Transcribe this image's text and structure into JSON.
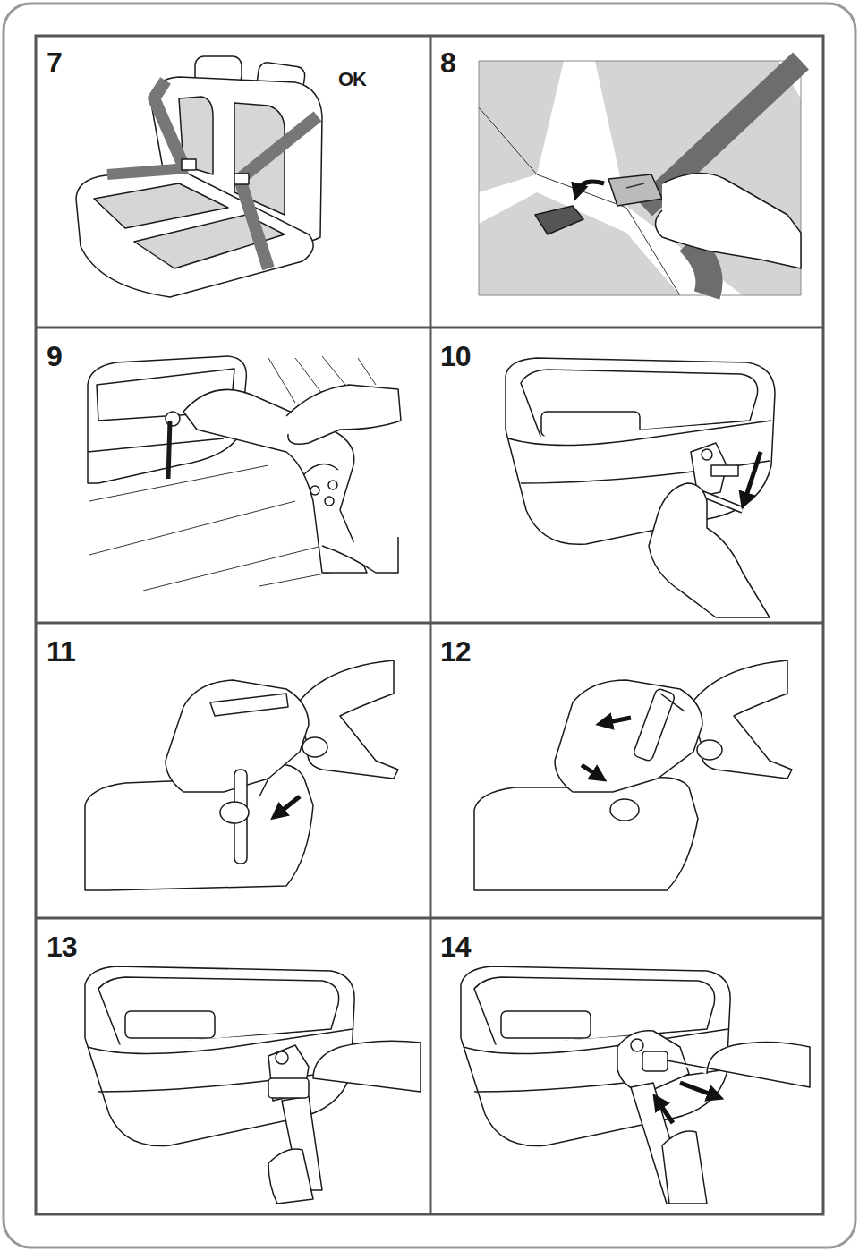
{
  "diagram": {
    "labels": [
      "7",
      "OK",
      "8",
      "9",
      "10",
      "11",
      "12",
      "13",
      "14"
    ]
  }
}
